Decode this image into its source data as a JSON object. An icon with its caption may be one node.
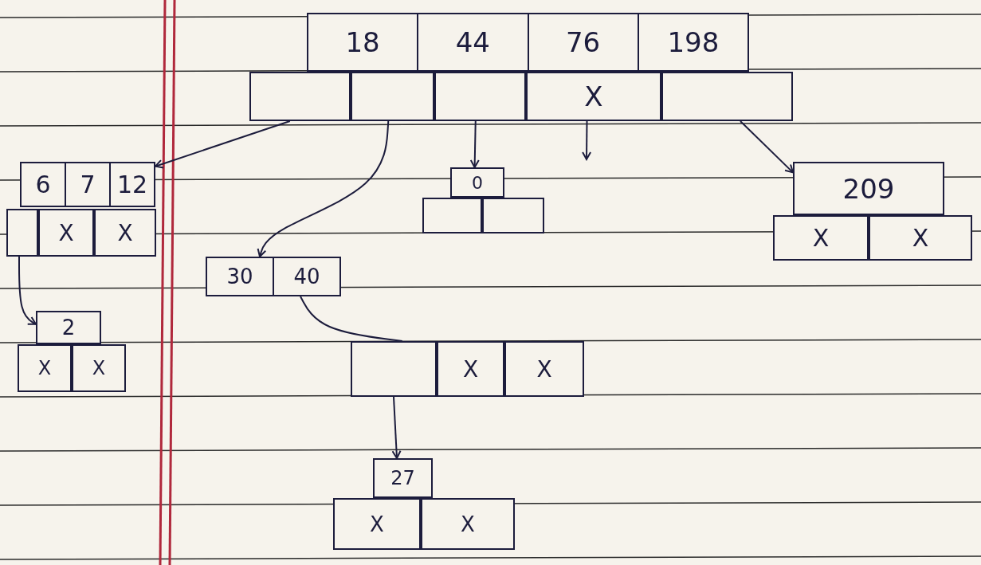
{
  "diagram": {
    "nodes": [
      {
        "text": [
          "18",
          "44",
          "76",
          "198"
        ]
      },
      {
        "text": [],
        "shape": "box"
      },
      {
        "text": [],
        "shape": "box"
      },
      {
        "text": [],
        "shape": "box"
      },
      {
        "text": [
          "X"
        ]
      },
      {
        "text": [],
        "shape": "box"
      },
      {
        "text": [
          "6",
          "7",
          "12"
        ]
      },
      {
        "text": [],
        "shape": "box"
      },
      {
        "text": [
          "X"
        ]
      },
      {
        "text": [
          "X"
        ]
      },
      {
        "text": [
          "0"
        ]
      },
      {
        "text": [],
        "shape": "box"
      },
      {
        "text": [],
        "shape": "box"
      },
      {
        "text": [
          "209"
        ]
      },
      {
        "text": [
          "X"
        ]
      },
      {
        "text": [
          "X"
        ]
      },
      {
        "text": [
          "30",
          "40"
        ]
      },
      {
        "text": [
          "2"
        ]
      },
      {
        "text": [
          "X"
        ]
      },
      {
        "text": [
          "X"
        ]
      },
      {
        "text": [],
        "shape": "box"
      },
      {
        "text": [
          "X"
        ]
      },
      {
        "text": [
          "X"
        ]
      },
      {
        "text": [
          "27"
        ]
      },
      {
        "text": [
          "X"
        ]
      },
      {
        "text": [
          "X"
        ]
      }
    ],
    "edges": [
      {
        "from": 1,
        "to": 6,
        "arrow": "to"
      },
      {
        "from": 2,
        "to": 16,
        "arrow": "to"
      },
      {
        "from": 3,
        "to": 10,
        "arrow": "to"
      },
      {
        "from": 4,
        "to": null,
        "arrow": "to"
      },
      {
        "from": 5,
        "to": 13,
        "arrow": "to"
      },
      {
        "from": 7,
        "to": 17,
        "arrow": "to"
      },
      {
        "from": 16,
        "to": 20,
        "arrow": "none"
      },
      {
        "from": 20,
        "to": 23,
        "arrow": "to"
      }
    ]
  }
}
